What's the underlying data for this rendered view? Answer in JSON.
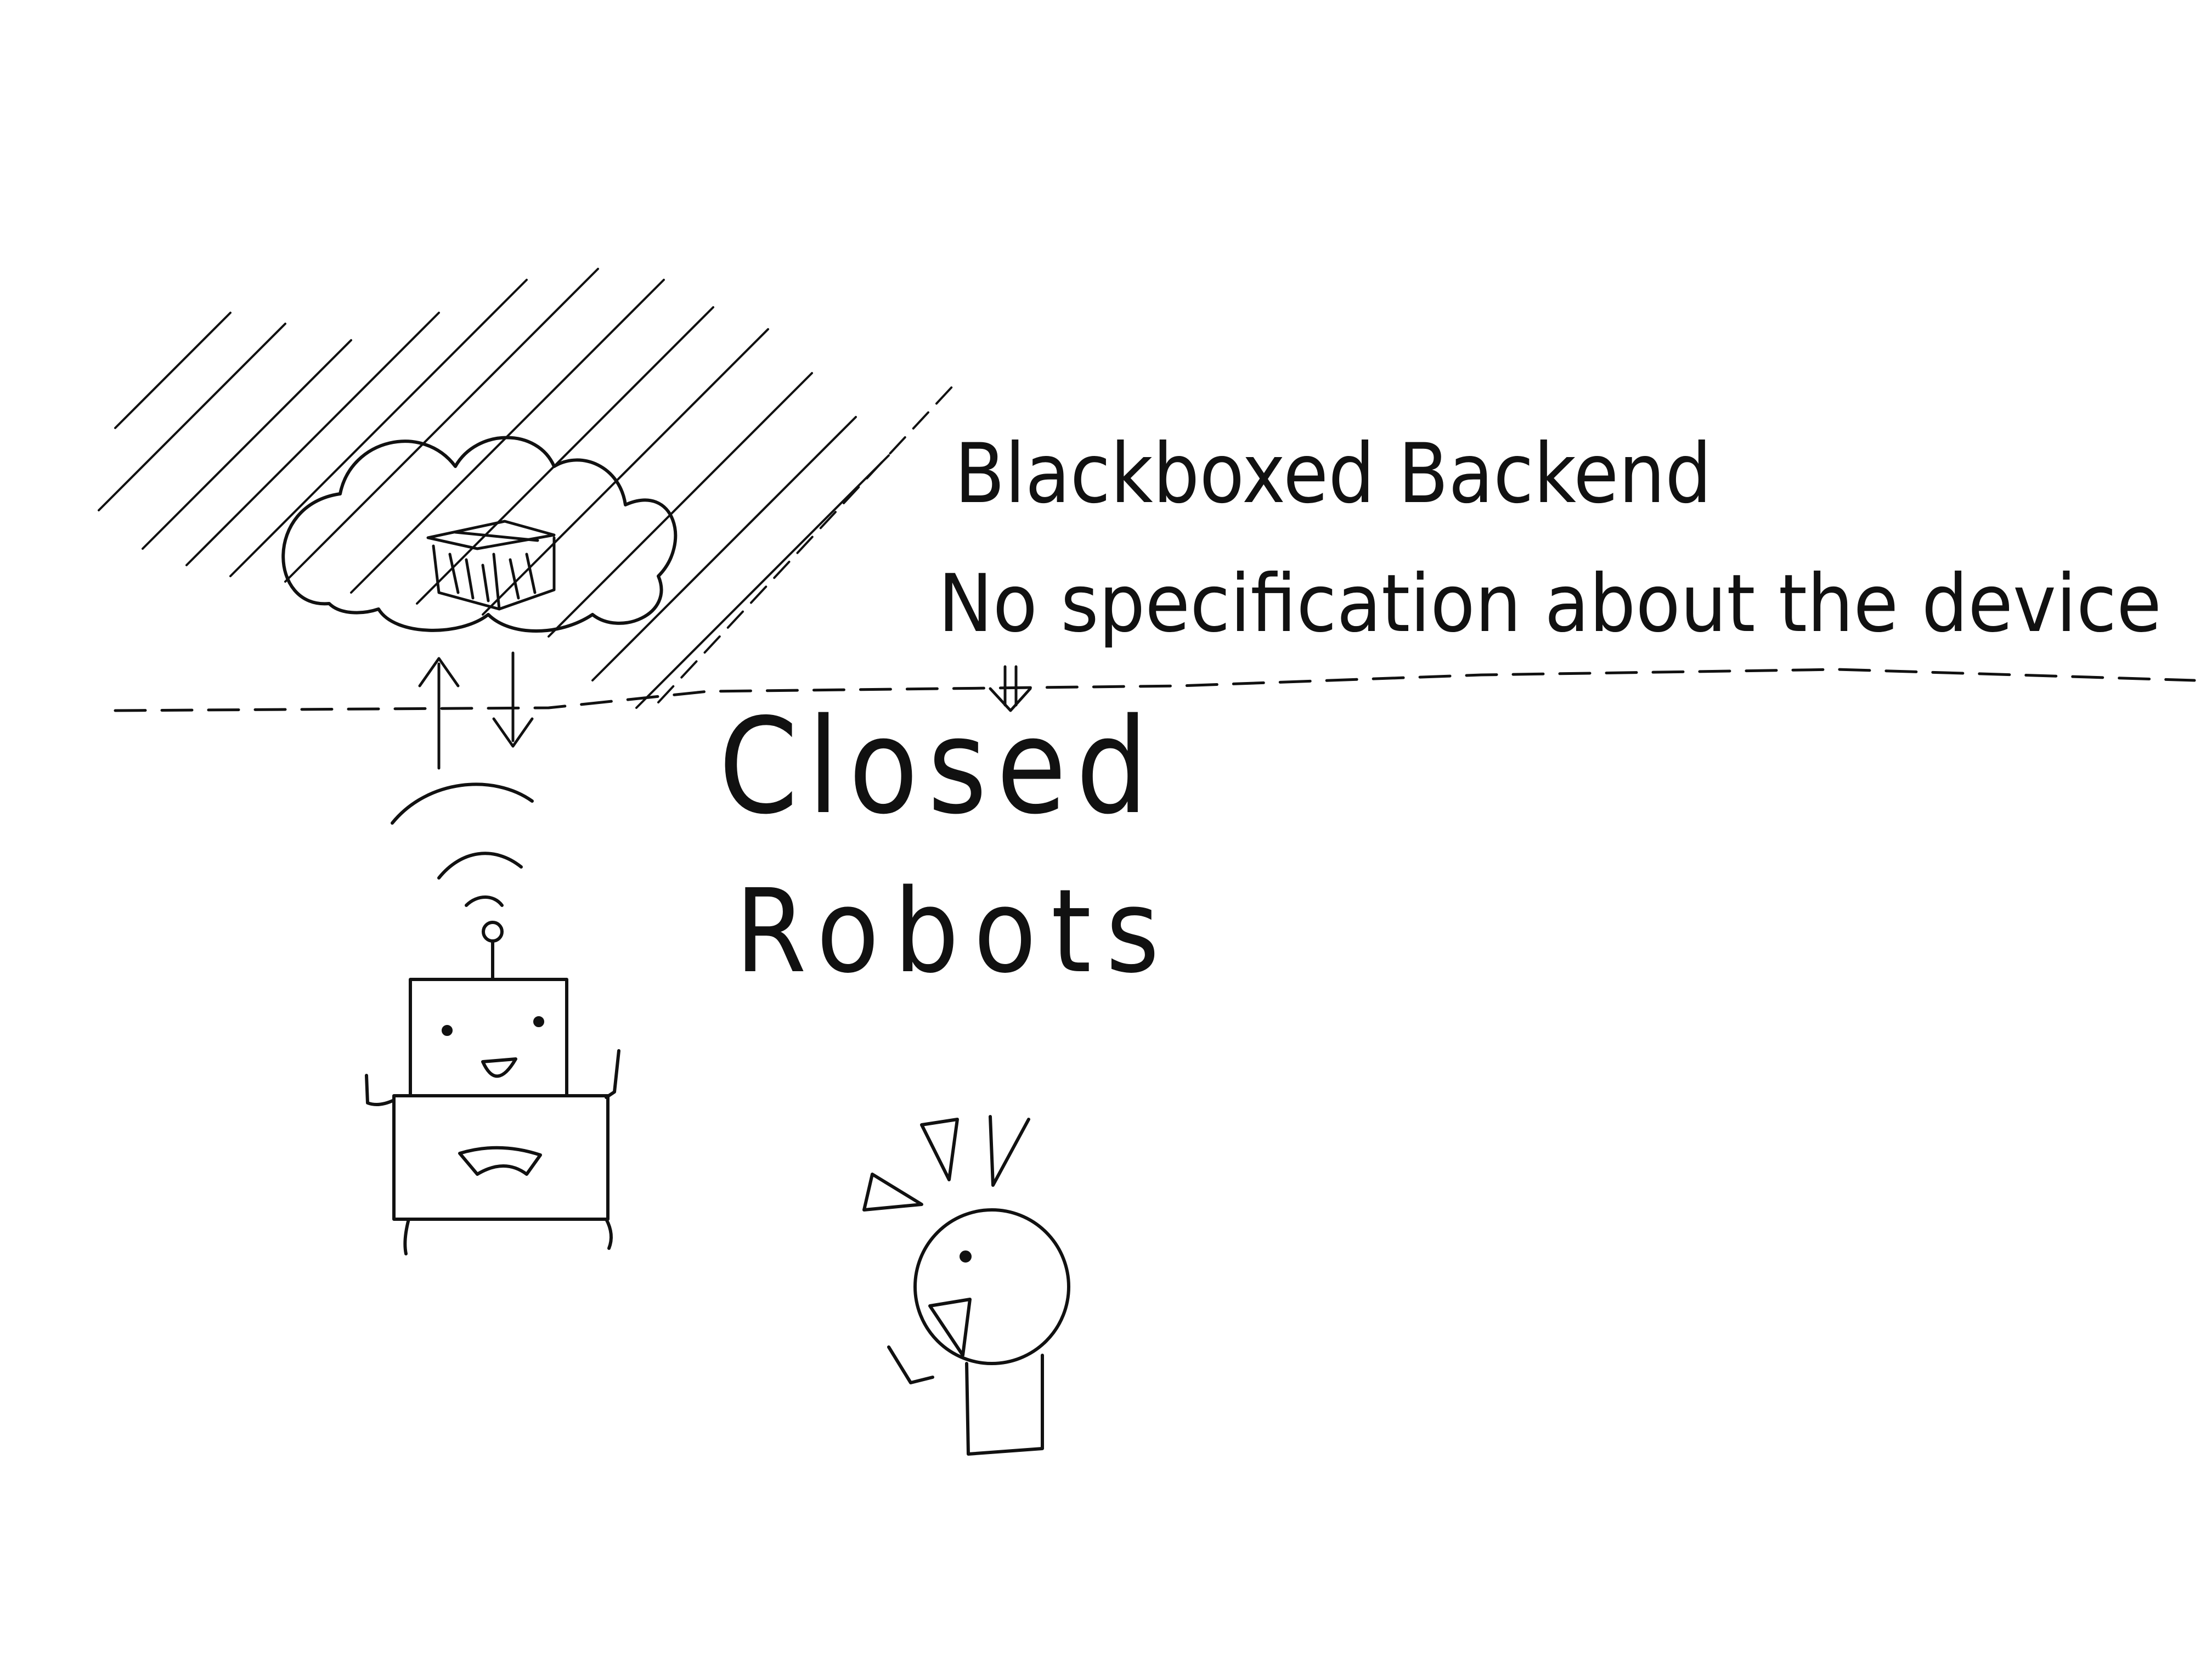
{
  "labels": {
    "backend_title": "Blackboxed Backend",
    "backend_note": "No specification about the device",
    "closed": "Closed",
    "robots": "Robots"
  },
  "colors": {
    "ink": "#111111",
    "background": "#ffffff"
  },
  "icons": [
    "cloud-icon",
    "box-icon",
    "up-arrow-icon",
    "down-arrow-icon",
    "wifi-signal-icon",
    "robot-icon",
    "person-icon",
    "double-down-arrow-icon",
    "exclamation-marks-icon"
  ]
}
